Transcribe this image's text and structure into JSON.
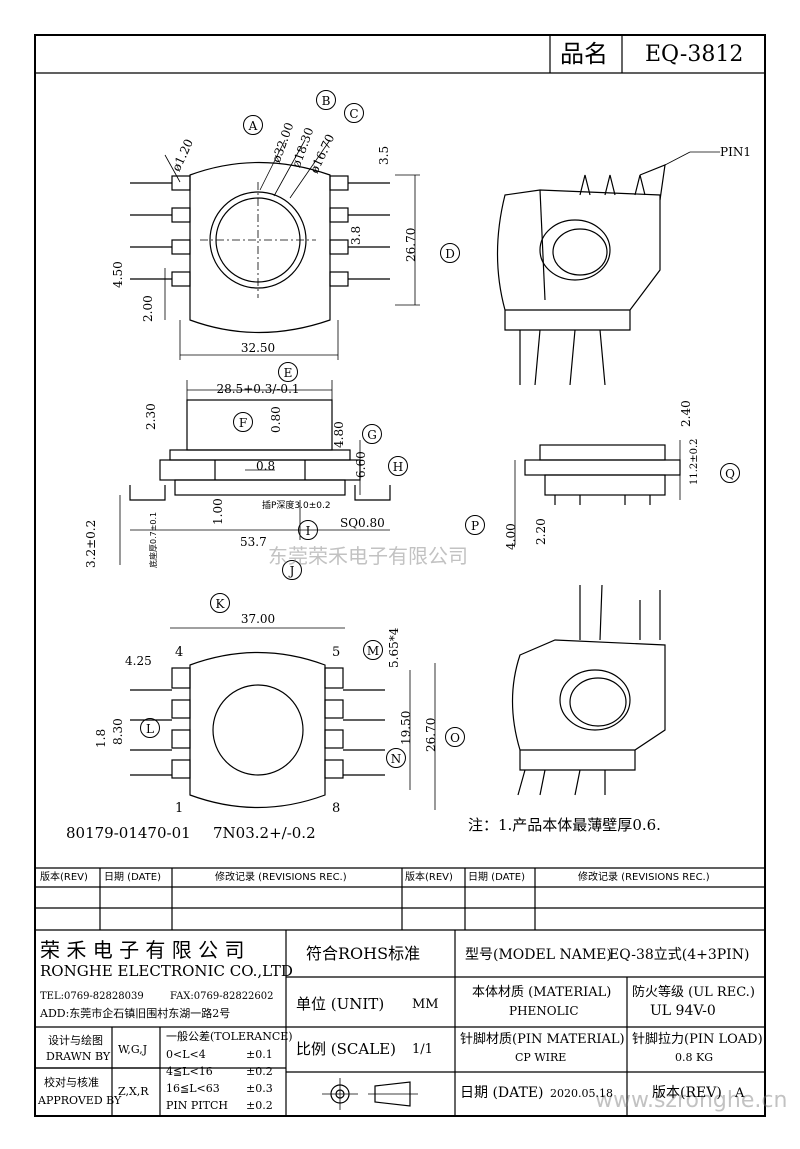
{
  "header": {
    "name_label": "品名",
    "part_number": "EQ-3812"
  },
  "dimensions": {
    "d_120": "ø1.20",
    "d_3200": "ø32.00",
    "d_1830": "ø18.30",
    "d_1670": "ø16.70",
    "d_35": "3.5",
    "d_2670": "26.70",
    "d_38": "3.8",
    "d_450": "4.50",
    "d_200": "2.00",
    "d_3250": "32.50",
    "pin1": "PIN1",
    "d_285": "28.5+0.3/-0.1",
    "d_230": "2.30",
    "d_080": "0.80",
    "d_480": "4.80",
    "d_08": "0.8",
    "d_660": "6.60",
    "d_100": "1.00",
    "d_pin_depth": "插P深度3.0±0.2",
    "d_sq": "SQ0.80",
    "d_537": "53.7",
    "d_32": "3.2±0.2",
    "d_stand": "底座厚0.7±0.1",
    "d_240": "2.40",
    "d_112": "11.2±0.2",
    "d_400": "4.00",
    "d_220": "2.20",
    "d_3700": "37.00",
    "d_425": "4.25",
    "d_565": "5.65*4",
    "d_18": "1.8",
    "d_830": "8.30",
    "d_1950": "19.50",
    "d_2670b": "26.70",
    "pin_4": "4",
    "pin_5": "5",
    "pin_1": "1",
    "pin_8": "8"
  },
  "callouts": [
    "A",
    "B",
    "C",
    "D",
    "E",
    "F",
    "G",
    "H",
    "I",
    "J",
    "K",
    "L",
    "M",
    "N",
    "O",
    "P",
    "Q"
  ],
  "watermark_center": "东莞荣禾电子有限公司",
  "watermark_corner": "www.szronghe.cn",
  "part_code": "80179-01470-01",
  "part_spec": "7N03.2+/-0.2",
  "note": "注：1.产品本体最薄壁厚0.6.",
  "revisions": {
    "headers": [
      "版本(REV)",
      "日期 (DATE)",
      "修改记录 (REVISIONS REC.)",
      "版本(REV)",
      "日期 (DATE)",
      "修改记录 (REVISIONS REC.)"
    ]
  },
  "company": {
    "name_cn": "荣 禾 电 子 有 限 公 司",
    "name_en": "RONGHE ELECTRONIC CO.,LTD",
    "tel": "TEL:0769-82828039",
    "fax": "FAX:0769-82822602",
    "addr": "ADD:东莞市企石镇旧围村东湖一路2号"
  },
  "title_block": {
    "rohs": "符合ROHS标准",
    "model_label": "型号(MODEL NAME)",
    "model_value": "EQ-38立式(4+3PIN)",
    "unit_label": "单位 (UNIT)",
    "unit_value": "MM",
    "material_label": "本体材质 (MATERIAL)",
    "material_value": "PHENOLIC",
    "fire_label": "防火等级 (UL REC.)",
    "fire_value": "UL 94V-0",
    "drawn_cn": "设计与绘图",
    "drawn_en": "DRAWN BY",
    "drawn_value": "W,G,J",
    "approved_cn": "校对与核准",
    "approved_en": "APPROVED BY",
    "approved_value": "Z,X,R",
    "tol_title": "一般公差(TOLERANCE)",
    "tol_rows": [
      {
        "range": "0<L<4",
        "value": "±0.1"
      },
      {
        "range": "4≦L<16",
        "value": "±0.2"
      },
      {
        "range": "16≦L<63",
        "value": "±0.3"
      },
      {
        "range": "PIN PITCH",
        "value": "±0.2"
      }
    ],
    "scale_label": "比例 (SCALE)",
    "scale_value": "1/1",
    "pin_material_label": "针脚材质(PIN MATERIAL)",
    "pin_material_value": "CP WIRE",
    "pin_load_label": "针脚拉力(PIN LOAD)",
    "pin_load_value": "0.8 KG",
    "date_label": "日期 (DATE)",
    "date_value": "2020.05.18",
    "rev_label": "版本(REV)",
    "rev_value": "A"
  }
}
